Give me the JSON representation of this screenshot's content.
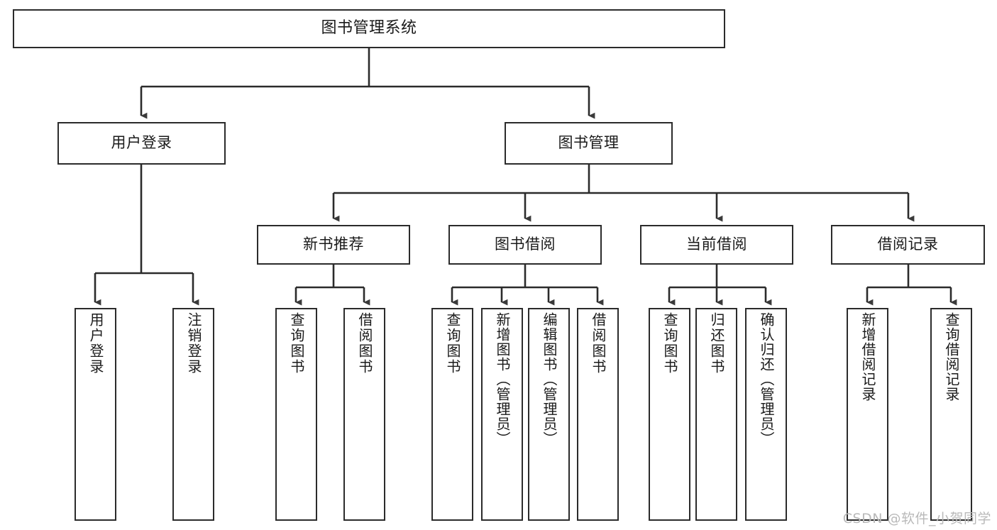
{
  "diagram": {
    "title": "图书管理系统",
    "root": {
      "id": "root",
      "label": "图书管理系统"
    },
    "level2": [
      {
        "id": "user-login",
        "label": "用户登录"
      },
      {
        "id": "book-management",
        "label": "图书管理"
      }
    ],
    "level3": [
      {
        "id": "new-book-recommend",
        "label": "新书推荐"
      },
      {
        "id": "book-borrow",
        "label": "图书借阅"
      },
      {
        "id": "current-borrow",
        "label": "当前借阅"
      },
      {
        "id": "borrow-record",
        "label": "借阅记录"
      }
    ],
    "leaves": {
      "user_login": [
        {
          "id": "leaf-user-login",
          "label": "用户登录"
        },
        {
          "id": "leaf-logout",
          "label": "注销登录"
        }
      ],
      "new_book_recommend": [
        {
          "id": "leaf-query-book-1",
          "label": "查询图书"
        },
        {
          "id": "leaf-borrow-book-1",
          "label": "借阅图书"
        }
      ],
      "book_borrow": [
        {
          "id": "leaf-query-book-2",
          "label": "查询图书"
        },
        {
          "id": "leaf-add-book",
          "label": "新增图书（管理员）"
        },
        {
          "id": "leaf-edit-book",
          "label": "编辑图书（管理员）"
        },
        {
          "id": "leaf-borrow-book-2",
          "label": "借阅图书"
        }
      ],
      "current_borrow": [
        {
          "id": "leaf-query-book-3",
          "label": "查询图书"
        },
        {
          "id": "leaf-return-book",
          "label": "归还图书"
        },
        {
          "id": "leaf-confirm-return",
          "label": "确认归还（管理员）"
        }
      ],
      "borrow_record": [
        {
          "id": "leaf-add-record",
          "label": "新增借阅记录"
        },
        {
          "id": "leaf-query-record",
          "label": "查询借阅记录"
        }
      ]
    }
  },
  "watermark": {
    "text": "CSDN @软件_小贺同学"
  },
  "colors": {
    "stroke": "#2b2b2b",
    "fill": "#ffffff",
    "text": "#1a1a1a",
    "watermark": "#b9b9b9"
  }
}
